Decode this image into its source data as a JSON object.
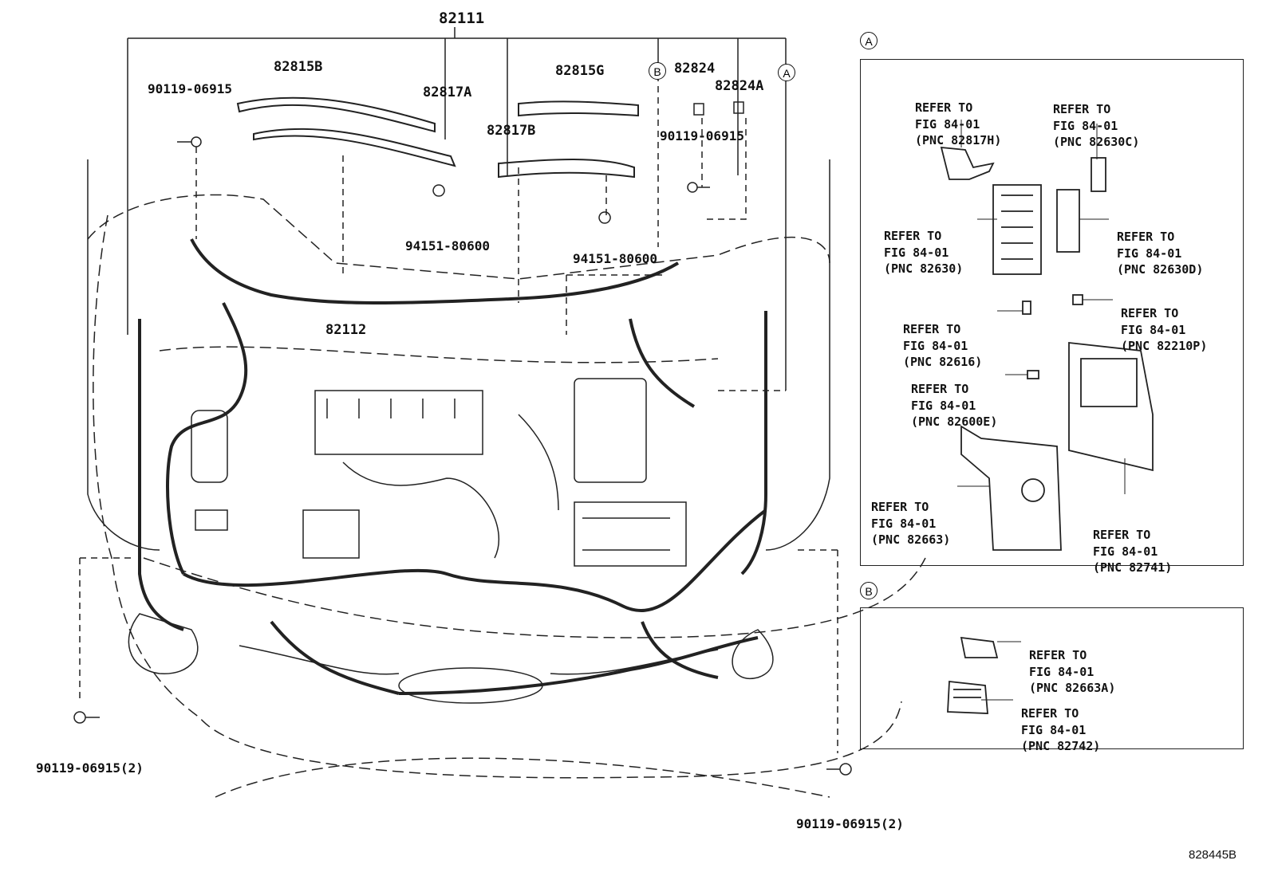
{
  "diagram": {
    "part_labels": {
      "p82111": "82111",
      "p82815B": "82815B",
      "p82817A": "82817A",
      "p82815G": "82815G",
      "p82824": "82824",
      "p82824A": "82824A",
      "p82817B": "82817B",
      "p82112": "82112",
      "bolt_tl": "90119-06915",
      "bolt_tr": "90119-06915",
      "clip_l": "94151-80600",
      "clip_r": "94151-80600",
      "bolt_bl": "90119-06915(2)",
      "bolt_br": "90119-06915(2)"
    },
    "markers": {
      "A_main": "A",
      "B_main": "B",
      "A_panel": "A",
      "B_panel": "B"
    },
    "panel_a": {
      "refs": [
        {
          "l1": "REFER TO",
          "l2": "FIG 84-01",
          "l3": "(PNC 82817H)"
        },
        {
          "l1": "REFER TO",
          "l2": "FIG 84-01",
          "l3": "(PNC 82630C)"
        },
        {
          "l1": "REFER TO",
          "l2": "FIG 84-01",
          "l3": "(PNC 82630)"
        },
        {
          "l1": "REFER TO",
          "l2": "FIG 84-01",
          "l3": "(PNC 82630D)"
        },
        {
          "l1": "REFER TO",
          "l2": "FIG 84-01",
          "l3": "(PNC 82616)"
        },
        {
          "l1": "REFER TO",
          "l2": "FIG 84-01",
          "l3": "(PNC 82210P)"
        },
        {
          "l1": "REFER TO",
          "l2": "FIG 84-01",
          "l3": "(PNC 82600E)"
        },
        {
          "l1": "REFER TO",
          "l2": "FIG 84-01",
          "l3": "(PNC 82663)"
        },
        {
          "l1": "REFER TO",
          "l2": "FIG 84-01",
          "l3": "(PNC 82741)"
        }
      ]
    },
    "panel_b": {
      "refs": [
        {
          "l1": "REFER TO",
          "l2": "FIG 84-01",
          "l3": "(PNC 82663A)"
        },
        {
          "l1": "REFER TO",
          "l2": "FIG 84-01",
          "l3": "(PNC 82742)"
        }
      ]
    },
    "figure_code": "828445B"
  }
}
